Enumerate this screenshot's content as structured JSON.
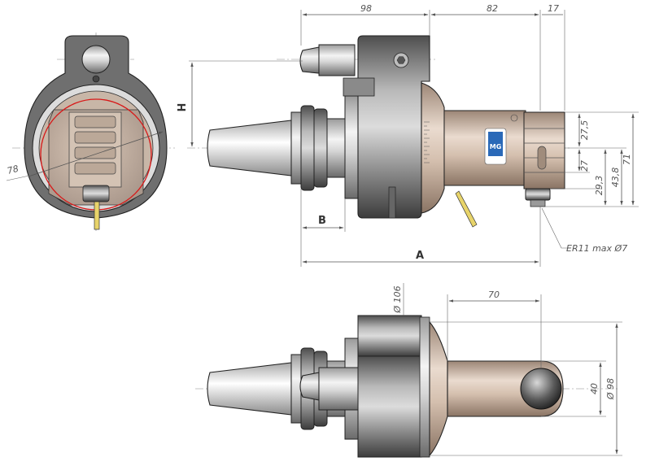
{
  "dimensions": {
    "d98": "98",
    "d82": "82",
    "d17": "17",
    "H": "H",
    "B": "B",
    "A": "A",
    "d78": "78",
    "d27_5": "27,5",
    "d27": "27",
    "d29_3": "29,3",
    "d43_8": "43,8",
    "d71": "71",
    "er11": "ER11 max Ø7",
    "dia106": "Ø 106",
    "d70": "70",
    "d40": "40",
    "dia98": "Ø 98"
  },
  "colors": {
    "steel_dark": "#6f6f6f",
    "steel_light": "#e8e8e8",
    "bronze": "#c9b2a0",
    "coolant_pipe": "#e8d46a",
    "logo_blue": "#2a69b8",
    "red_circle": "#d81818"
  }
}
